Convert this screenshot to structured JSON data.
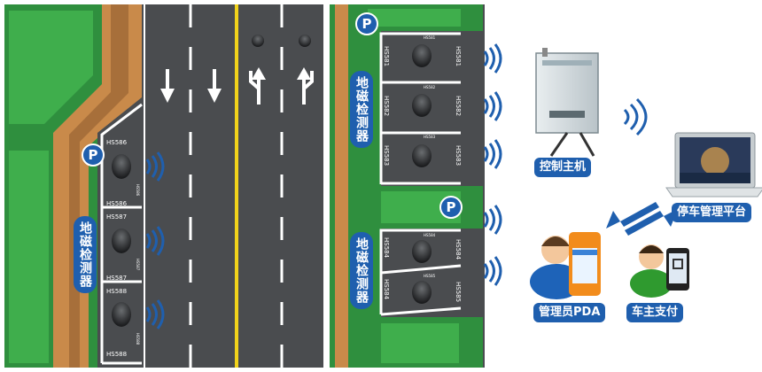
{
  "labels": {
    "detector_left": "地磁检测器",
    "detector_right_top": "地磁检测器",
    "detector_right_bottom": "地磁检测器",
    "controller": "控制主机",
    "platform": "停车管理平台",
    "pda": "管理员PDA",
    "payment": "车主支付",
    "parking_sign": "P"
  },
  "left_slots": [
    {
      "top": "HS586",
      "bottom": "HS586",
      "side": "HS586"
    },
    {
      "top": "HS587",
      "bottom": "HS587",
      "side": "HS587"
    },
    {
      "top": "HS588",
      "bottom": "HS588",
      "side": "HS588"
    }
  ],
  "right_slots": [
    {
      "left": "HS581",
      "right": "HS581",
      "top": "HS581"
    },
    {
      "left": "HS582",
      "right": "HS582",
      "top": "HS582"
    },
    {
      "left": "HS583",
      "right": "HS583",
      "top": "HS583"
    },
    {
      "left": "HS584",
      "right": "HS584",
      "top": "HS584"
    },
    {
      "left": "HS584",
      "right": "HS585",
      "top": "HS585"
    }
  ],
  "colors": {
    "grass": "#2f8f3e",
    "grass_light": "#3fae4c",
    "road": "#4a4c4f",
    "sidewalk": "#c98a4a",
    "center_line": "#f2d31b",
    "sign_blue": "#1f5fae"
  },
  "icons": [
    "signal-wave-icon",
    "parking-icon",
    "controller-box-icon",
    "laptop-icon",
    "pda-device-icon",
    "smartphone-icon",
    "admin-person-icon",
    "driver-person-icon",
    "sensor-puck-icon"
  ]
}
